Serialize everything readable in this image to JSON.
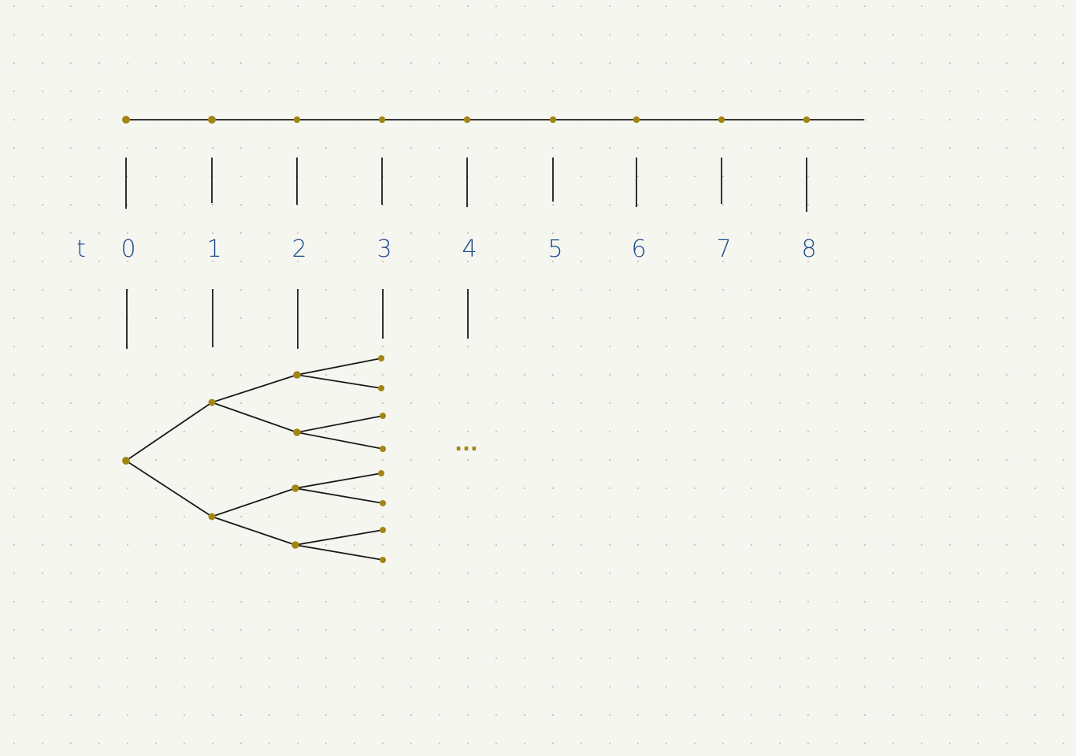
{
  "t_label": "t",
  "time_labels": [
    "0",
    "1",
    "2",
    "3",
    "4",
    "5",
    "6",
    "7",
    "8"
  ],
  "ellipsis": "...",
  "colors": {
    "background": "#f6f6f1",
    "grid_dot": "#c6c6bf",
    "ink": "#1a1a1a",
    "node": "#a28614",
    "label": "#1c4a8a"
  }
}
